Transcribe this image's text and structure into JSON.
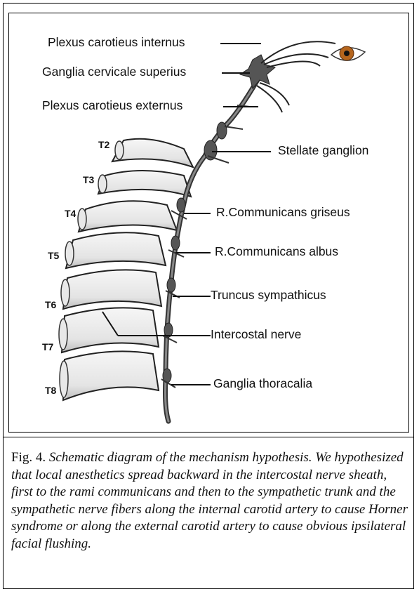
{
  "figure": {
    "labels": {
      "plexus_internus": "Plexus carotieus internus",
      "ganglia_cervicale": "Ganglia cervicale superius",
      "plexus_externus": "Plexus carotieus externus",
      "stellate": "Stellate ganglion",
      "r_griseus": "R.Communicans griseus",
      "r_albus": "R.Communicans albus",
      "truncus": "Truncus sympathicus",
      "intercostal": "Intercostal nerve",
      "ganglia_thoracalia": "Ganglia thoracalia"
    },
    "vertebrae": [
      "T2",
      "T3",
      "T4",
      "T5",
      "T6",
      "T7",
      "T8"
    ]
  },
  "caption": {
    "fig_label": "Fig. 4.",
    "text": "Schematic diagram of the mechanism hypothesis. We hypothesized that local anesthetics spread backward in the intercostal nerve sheath, first to the rami communicans and then to the sympathetic trunk and the sympathetic nerve fibers along the internal carotid artery to cause Horner syndrome or along the external carotid artery to cause obvious ipsilateral facial flushing."
  },
  "colors": {
    "border": "#000000",
    "eye_iris": "#b5651d",
    "rib_fill": "#ececec"
  }
}
